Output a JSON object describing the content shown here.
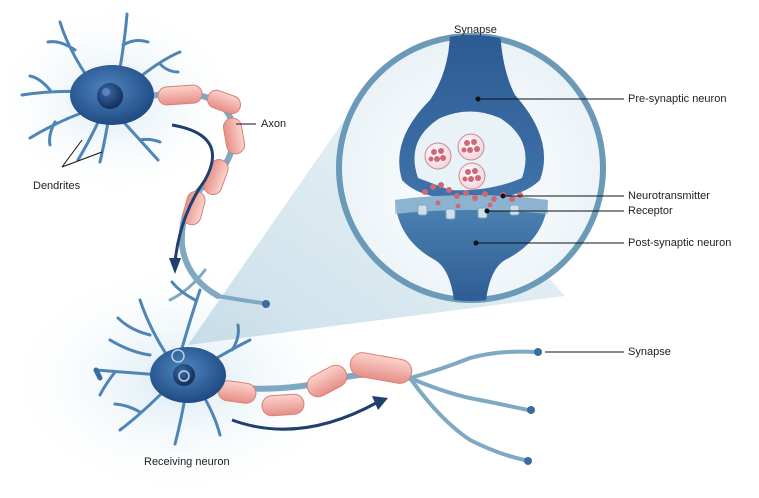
{
  "labels": {
    "synapse_title": "Synapse",
    "axon": "Axon",
    "dendrites": "Dendrites",
    "pre_synaptic": "Pre-synaptic neuron",
    "neurotransmitter": "Neurotransmitter",
    "receptor": "Receptor",
    "post_synaptic": "Post-synaptic neuron",
    "synapse_terminal": "Synapse",
    "receiving_neuron": "Receiving neuron"
  },
  "colors": {
    "neuron_body": "#2f5f9a",
    "nucleus": "#1d3f78",
    "myelin": "#f2a9a2",
    "axon_fiber": "#7fa8c2",
    "membrane": "#5e8fb3",
    "neurotransmitter": "#d06778",
    "glow": "#cfe3ef"
  }
}
